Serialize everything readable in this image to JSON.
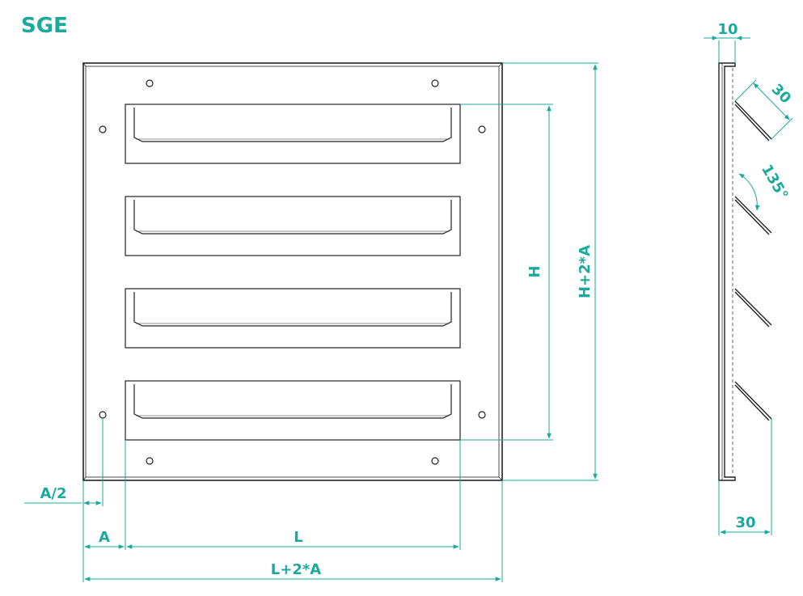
{
  "title": "SGE",
  "colors": {
    "accent": "#1aa99a",
    "line": "#222222"
  },
  "dimensions": {
    "height": "H",
    "total_height": "H+2*A",
    "length": "L",
    "margin": "A",
    "total_length": "L+2*A",
    "half_margin": "A/2",
    "side_thickness": "10",
    "blade_length": "30",
    "blade_angle": "135°",
    "blade_depth": "30"
  }
}
